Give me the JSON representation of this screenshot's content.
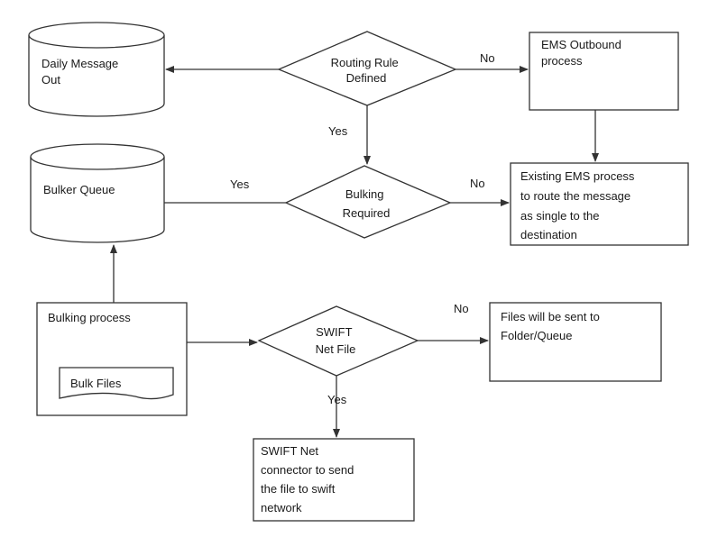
{
  "nodes": {
    "daily_message_out": [
      "Daily Message",
      "Out"
    ],
    "routing_rule": [
      "Routing Rule",
      "Defined"
    ],
    "ems_outbound": [
      "EMS Outbound",
      "process"
    ],
    "bulker_queue": [
      "Bulker Queue"
    ],
    "bulking_required": [
      "Bulking",
      "Required"
    ],
    "existing_ems": [
      "Existing EMS process",
      "to route the message",
      "as single to the",
      "destination"
    ],
    "bulking_process": [
      "Bulking process"
    ],
    "bulk_files": [
      "Bulk Files"
    ],
    "swift_net_file": [
      "SWIFT",
      "Net File"
    ],
    "files_sent": [
      "Files will be sent to",
      "Folder/Queue"
    ],
    "swift_connector": [
      "SWIFT Net",
      "connector to send",
      "the file to swift",
      "network"
    ]
  },
  "edges": {
    "routing_no": "No",
    "routing_yes": "Yes",
    "bulking_yes": "Yes",
    "bulking_no": "No",
    "swift_no": "No",
    "swift_yes": "Yes"
  }
}
